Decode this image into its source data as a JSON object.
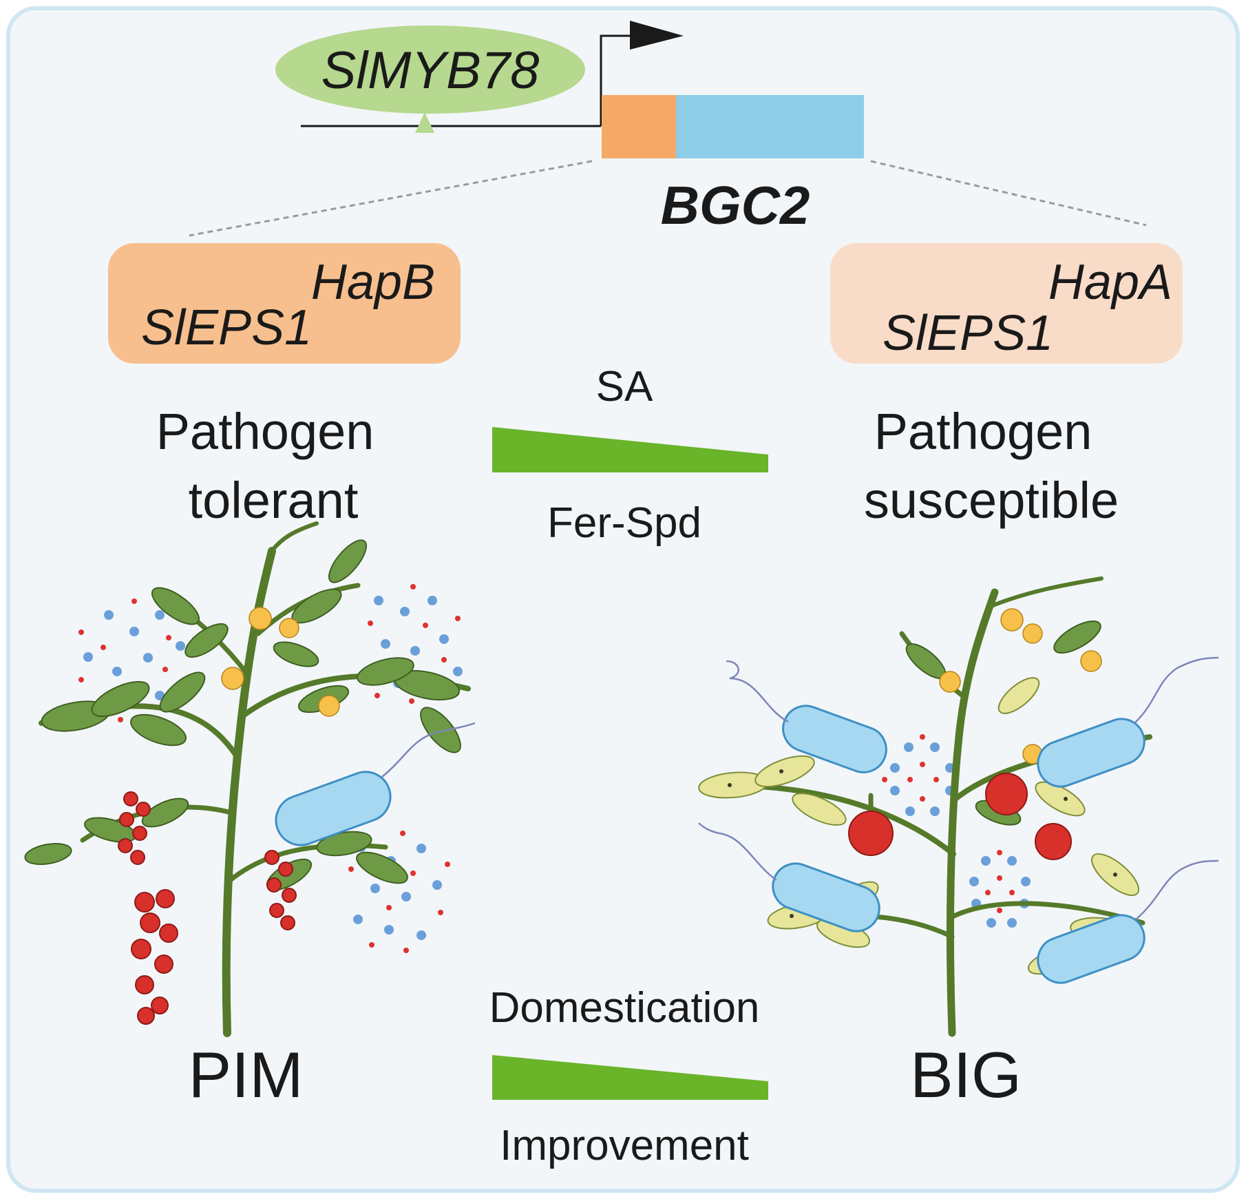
{
  "gene": {
    "tf_label": "SlMYB78",
    "cluster_label": "BGC2"
  },
  "haplotypes": {
    "left": {
      "gene": "SlEPS1",
      "hap": "HapB",
      "fill": "#f7bf8e"
    },
    "right": {
      "gene": "SlEPS1",
      "hap": "HapA",
      "fill": "#f9dcc8"
    }
  },
  "phenotype": {
    "left_line1": "Pathogen",
    "left_line2": "tolerant",
    "right_line1": "Pathogen",
    "right_line2": "susceptible"
  },
  "gradient_top": {
    "label_above": "SA",
    "label_below": "Fer-Spd",
    "color": "#6ab42a"
  },
  "gradient_bottom": {
    "label_above": "Domestication",
    "label_below": "Improvement",
    "color": "#6ab42a"
  },
  "groups": {
    "left": "PIM",
    "right": "BIG"
  },
  "colors": {
    "tf_ellipse": "#b6d88f",
    "exon_orange": "#f6a867",
    "exon_blue": "#8ecde8",
    "background": "#f2f6f9"
  }
}
